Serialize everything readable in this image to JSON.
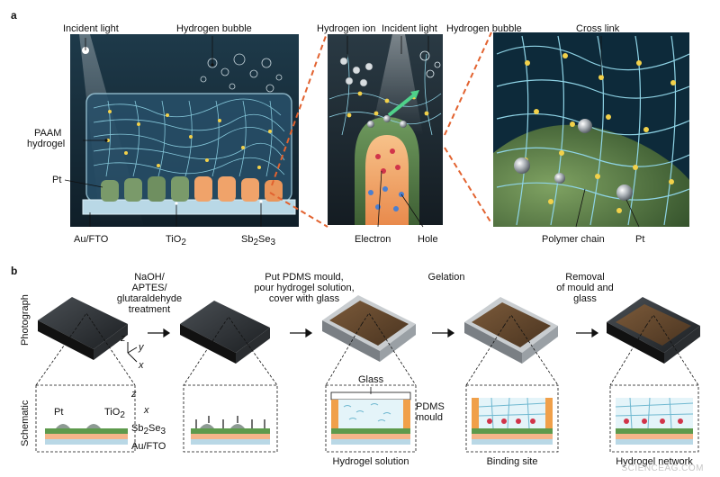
{
  "panel_a": {
    "letter": "a",
    "left": {
      "incident_light": "Incident light",
      "hydrogen_bubble": "Hydrogen bubble",
      "paam_line1": "PAAM",
      "paam_line2": "hydrogel",
      "pt": "Pt",
      "au_fto": "Au/FTO",
      "tio2_base": "TiO",
      "tio2_sub": "2",
      "sbse_a": "Sb",
      "sbse_sub1": "2",
      "sbse_b": "Se",
      "sbse_sub2": "3"
    },
    "middle": {
      "hydrogen_ion": "Hydrogen ion",
      "incident_light": "Incident light",
      "hydrogen_bubble": "Hydrogen bubble",
      "electron": "Electron",
      "hole": "Hole"
    },
    "right": {
      "cross_link": "Cross link",
      "polymer_chain": "Polymer chain",
      "pt": "Pt"
    }
  },
  "panel_b": {
    "letter": "b",
    "row_photograph": "Photograph",
    "row_schematic": "Schematic",
    "step1_l1": "NaOH/",
    "step1_l2": "APTES/",
    "step1_l3": "glutaraldehyde",
    "step1_l4": "treatment",
    "step2_l1": "Put PDMS mould,",
    "step2_l2": "pour hydrogel solution,",
    "step2_l3": "cover with glass",
    "step3": "Gelation",
    "step4_l1": "Removal",
    "step4_l2": "of mould and",
    "step4_l3": "glass",
    "axis_z": "z",
    "axis_y": "y",
    "axis_x": "x",
    "schematic_pt": "Pt",
    "schematic_tio2_base": "TiO",
    "schematic_tio2_sub": "2",
    "schematic_sbse_a": "Sb",
    "schematic_sbse_sub1": "2",
    "schematic_sbse_b": "Se",
    "schematic_sbse_sub2": "3",
    "schematic_au_fto": "Au/FTO",
    "glass": "Glass",
    "pdms_l1": "PDMS",
    "pdms_l2": "mould",
    "caption_hydrogel_solution": "Hydrogel solution",
    "caption_binding_site": "Binding site",
    "caption_hydrogel_network": "Hydrogel network"
  },
  "watermark": "SCIENCEAG.COM",
  "colors": {
    "orange_dashed": "#e2622f",
    "hydrogel_blue": "#8fd4e6",
    "crosslink_yellow": "#f2d14a",
    "pt_silver": "#c7c9cc",
    "sb2se3_orange": "#f0a36a",
    "tio2_green": "#7a9a6a",
    "au_fto_blue": "#b9d8e6",
    "schematic_green": "#5d9a4c",
    "schematic_orange": "#f4b58a",
    "binding_red": "#d1344a"
  }
}
